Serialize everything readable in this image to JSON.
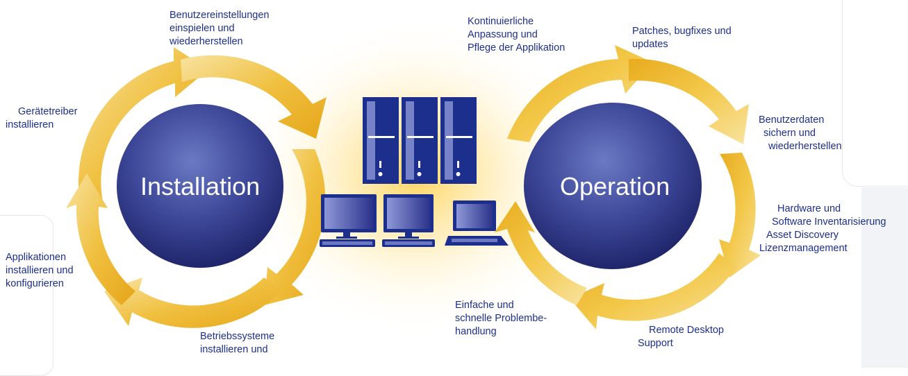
{
  "hubs": {
    "left": "Installation",
    "right": "Operation"
  },
  "labels": {
    "benutzereinstellungen": [
      "Benutzereinstellungen",
      "einspielen und",
      "wiederherstellen"
    ],
    "geraetetreiber": [
      "Gerätetreiber",
      "installieren"
    ],
    "applikationen": [
      "Applikationen",
      "installieren und",
      "konfigurieren"
    ],
    "betriebssysteme": [
      "Betriebssysteme",
      "installieren und"
    ],
    "kontinuierliche": [
      "Kontinuierliche",
      "Anpassung und",
      "Pflege der Applikation"
    ],
    "patches": [
      "Patches, bugfixes und",
      "updates"
    ],
    "benutzerdaten": [
      "Benutzerdaten",
      "sichern und",
      "wiederherstellen"
    ],
    "hardware": [
      "Hardware und",
      "Software Inventarisierung",
      "Asset Discovery",
      "Lizenzmanagement"
    ],
    "einfache": [
      "Einfache und",
      "schnelle Problembe-",
      "handlung"
    ],
    "remote": [
      "Remote Desktop",
      "Support"
    ]
  },
  "colors": {
    "text": "#1c2f8c",
    "arrow_light": "#f8e3a0",
    "arrow_dark": "#e6a619",
    "hub_light": "#6b79c4",
    "hub_dark": "#1b2063",
    "device": "#1c2f8c"
  }
}
